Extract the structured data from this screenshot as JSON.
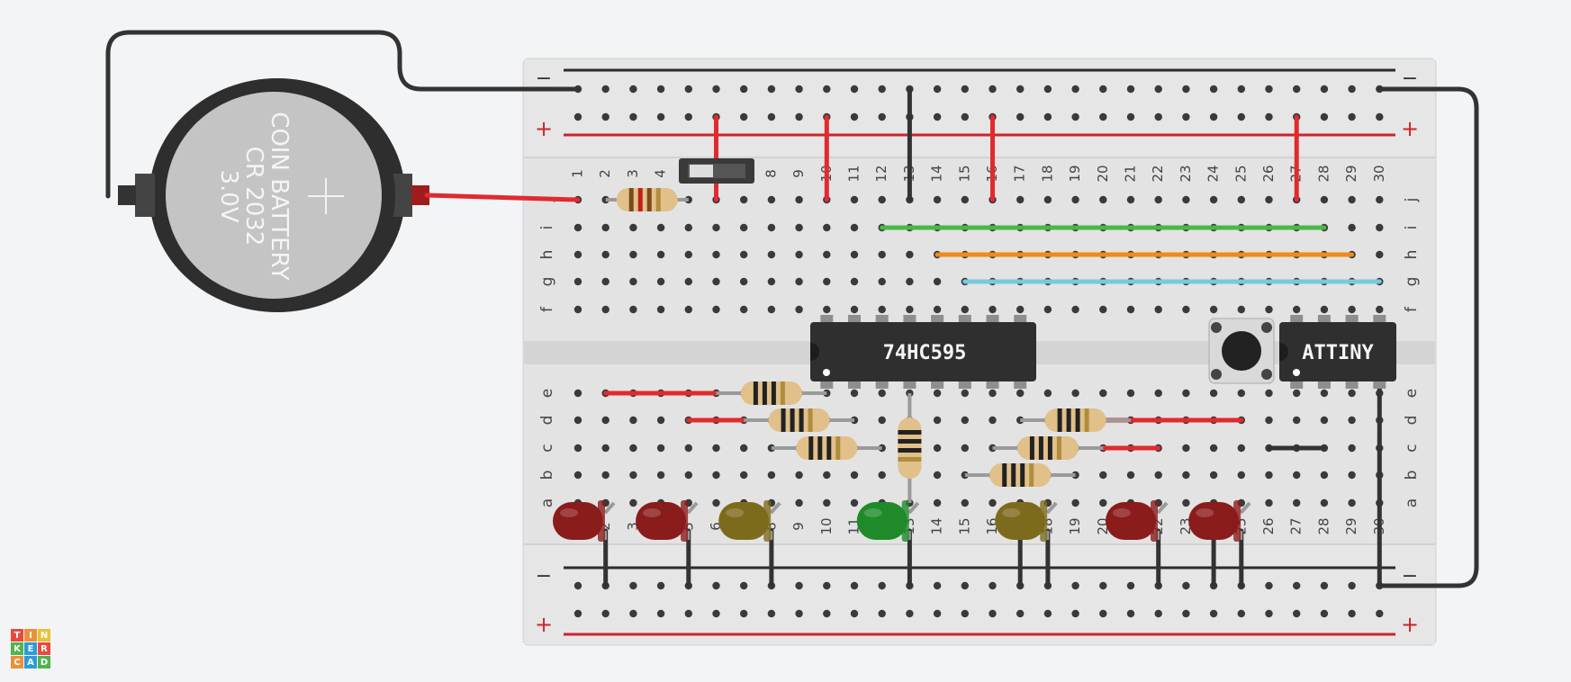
{
  "colors": {
    "background": "#f2f4f6",
    "board": "#e3e3e3",
    "rail_neg": "#2b2b2b",
    "rail_pos": "#c9262b",
    "wire_red": "#e12a2f",
    "wire_black": "#333333",
    "wire_green": "#49b848",
    "wire_orange": "#f08a1c",
    "wire_cyan": "#79c9dd",
    "led_red": "#8b1c1c",
    "led_yellow": "#7d6b1d",
    "led_green": "#1f8a2a",
    "chip": "#2f2f2f",
    "resistor_body": "#e1c08a"
  },
  "battery": {
    "line1": "COIN BATTERY",
    "line2": "CR 2032",
    "line3": "3.0V"
  },
  "breadboard": {
    "rail_neg_symbol": "−",
    "rail_pos_symbol": "+",
    "columns": [
      "1",
      "2",
      "3",
      "4",
      "5",
      "6",
      "7",
      "8",
      "9",
      "10",
      "11",
      "12",
      "13",
      "14",
      "15",
      "16",
      "17",
      "18",
      "19",
      "20",
      "21",
      "22",
      "23",
      "24",
      "25",
      "26",
      "27",
      "28",
      "29",
      "30"
    ],
    "top_rows": [
      "j",
      "i",
      "h",
      "g",
      "f"
    ],
    "bottom_rows": [
      "e",
      "d",
      "c",
      "b",
      "a"
    ]
  },
  "chips": {
    "shift_register": "74HC595",
    "mcu": "ATTINY"
  },
  "brand": {
    "letters": [
      "T",
      "I",
      "N",
      "K",
      "E",
      "R",
      "C",
      "A",
      "D"
    ],
    "colors": [
      "#e84b3c",
      "#e8923c",
      "#e8c23c",
      "#4fb54a",
      "#2e9ad8",
      "#e84b3c",
      "#e8923c",
      "#2e9ad8",
      "#4fb54a"
    ]
  },
  "components": {
    "leds": [
      {
        "col": 1,
        "color": "red"
      },
      {
        "col": 4,
        "color": "red"
      },
      {
        "col": 7,
        "color": "yellow"
      },
      {
        "col": 12,
        "color": "green"
      },
      {
        "col": 17,
        "color": "yellow"
      },
      {
        "col": 21,
        "color": "red"
      },
      {
        "col": 24,
        "color": "red"
      }
    ],
    "button_col": 24.5
  }
}
